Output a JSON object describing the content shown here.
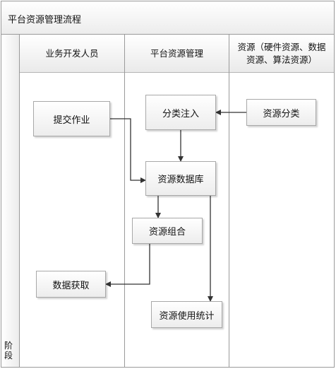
{
  "title": "平台资源管理流程",
  "phase_label": "阶段",
  "lanes": [
    {
      "id": "dev",
      "label": "业务开发人员"
    },
    {
      "id": "mgmt",
      "label": "平台资源管理"
    },
    {
      "id": "res",
      "label": "资源（硬件资源、数据资源、算法资源）"
    }
  ],
  "nodes": {
    "submit_job": "提交作业",
    "classify_inject": "分类注入",
    "resource_classify": "资源分类",
    "resource_db": "资源数据库",
    "resource_combine": "资源组合",
    "data_fetch": "数据获取",
    "usage_stats": "资源使用统计"
  },
  "colors": {
    "border": "#9a9a9a",
    "node_border": "#a8a8a8",
    "arrow": "#333333",
    "header_gradient_end": "#eaeaea"
  }
}
